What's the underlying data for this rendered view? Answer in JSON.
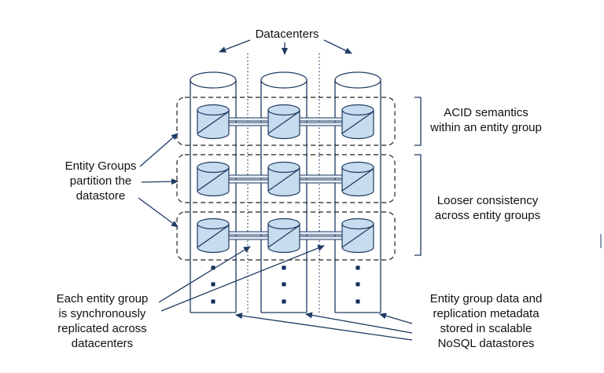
{
  "title": "Datacenters",
  "labels": {
    "entity_groups": [
      "Entity Groups",
      "partition the",
      "datastore"
    ],
    "acid": [
      "ACID semantics",
      "within an entity group"
    ],
    "looser": [
      "Looser consistency",
      "across entity groups"
    ],
    "replicated": [
      "Each entity group",
      "is synchronously",
      "replicated across",
      "datacenters"
    ],
    "nosql": [
      "Entity group data and",
      "replication metadata",
      "stored in scalable",
      "NoSQL datastores"
    ]
  },
  "colors": {
    "line": "#1f3b63",
    "disk_fill": "#c7dcee",
    "dot": "#0d2b55",
    "bar_fill": "#e6eef7"
  },
  "counts": {
    "datacenters": 3,
    "entity_groups": 3
  }
}
